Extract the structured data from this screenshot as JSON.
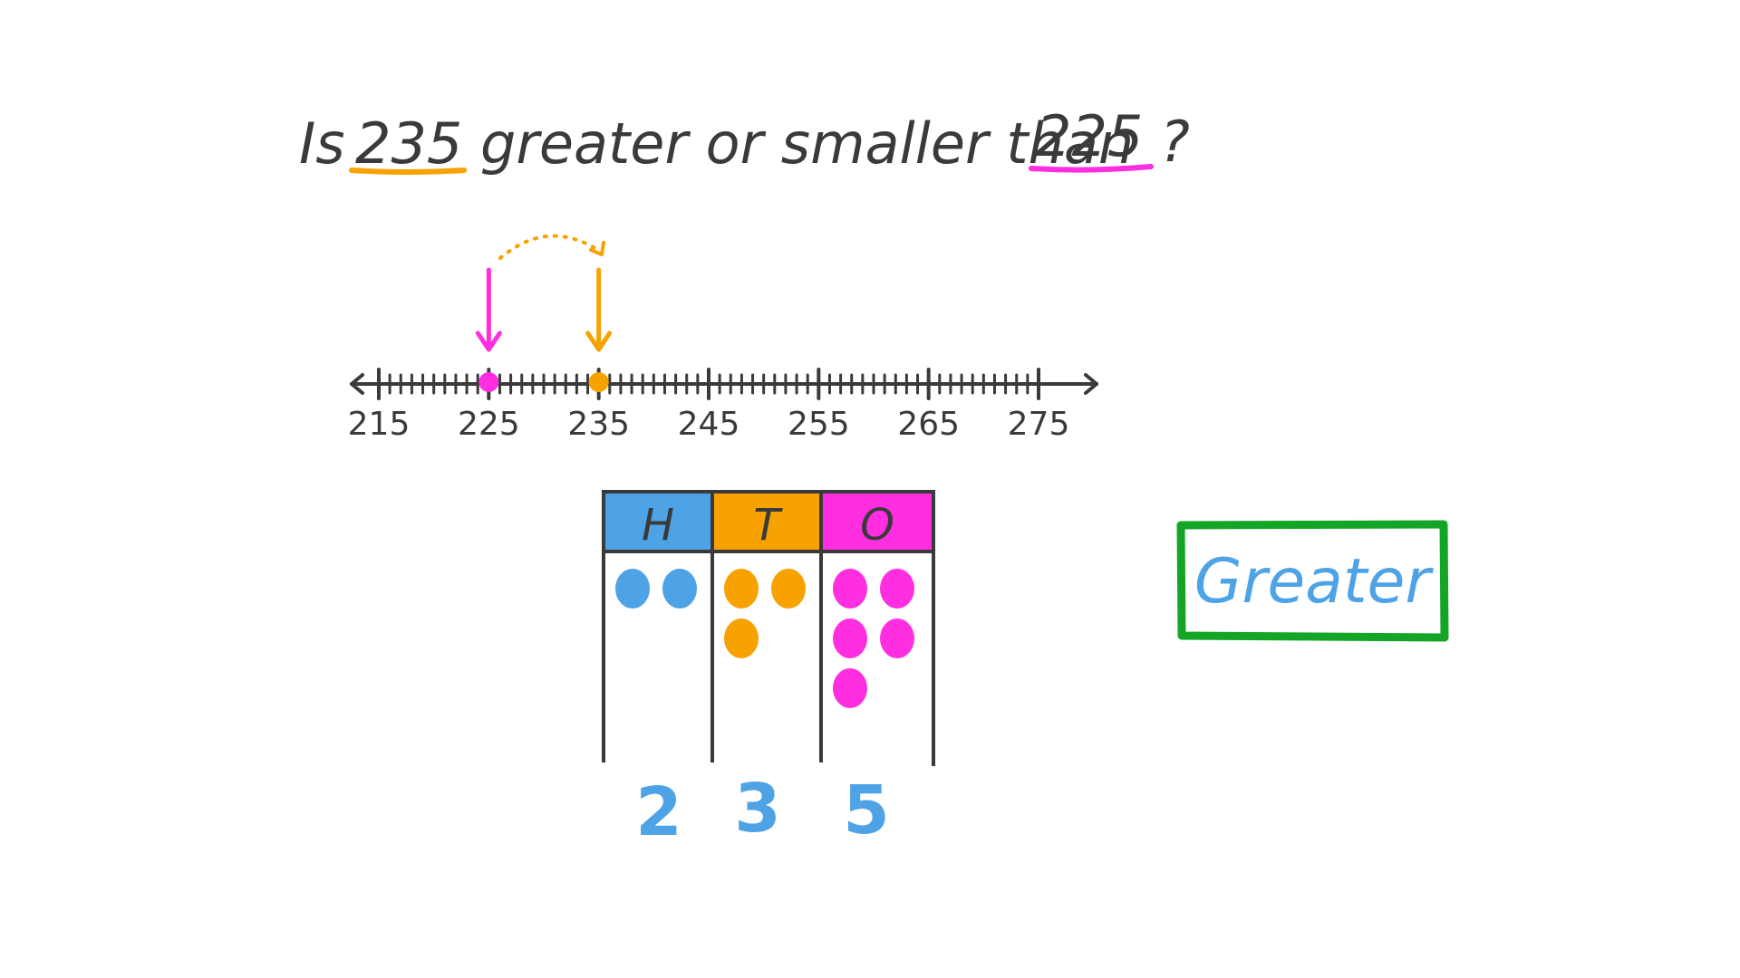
{
  "question": {
    "prefix": "Is",
    "first_number": "235",
    "middle": "greater or smaller than",
    "second_number": "225",
    "suffix": "?"
  },
  "number_line": {
    "labels": [
      "215",
      "225",
      "235",
      "245",
      "255",
      "265",
      "275"
    ],
    "min": 215,
    "max": 275,
    "markers": [
      {
        "value": 225,
        "color": "#ff2ee0"
      },
      {
        "value": 235,
        "color": "#f7a200"
      }
    ]
  },
  "place_value_chart": {
    "headers": [
      "H",
      "T",
      "O"
    ],
    "header_colors": [
      "#4ea3e6",
      "#f7a200",
      "#ff2ee0"
    ],
    "counters": [
      2,
      3,
      5
    ],
    "digits": [
      "2",
      "3",
      "5"
    ]
  },
  "answer": {
    "text": "Greater",
    "border_color": "#14a527",
    "text_color": "#4ea3e6"
  },
  "colors": {
    "ink": "#3a3a3a",
    "orange": "#f7a200",
    "magenta": "#ff2ee0",
    "blue": "#4ea3e6",
    "green": "#14a527"
  }
}
